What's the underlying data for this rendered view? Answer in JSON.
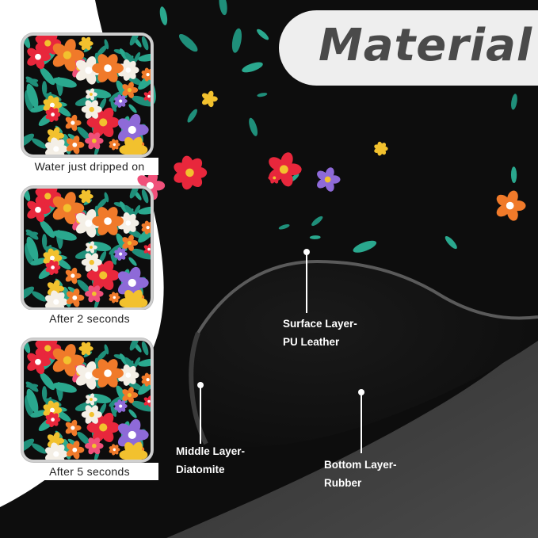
{
  "title": "Material",
  "steps": [
    {
      "caption": "Water just dripped on"
    },
    {
      "caption": "After 2 seconds"
    },
    {
      "caption": "After 5 seconds"
    }
  ],
  "layers": [
    {
      "line1": "Surface Layer-",
      "line2": "PU Leather"
    },
    {
      "line1": "Middle Layer-",
      "line2": "Diatomite"
    },
    {
      "line1": "Bottom Layer-",
      "line2": "Rubber"
    }
  ],
  "colors": {
    "background": "#0d0d0d",
    "title_pill": "#eeeeee",
    "title_text": "#4a4a4a",
    "flower_red": "#e8273c",
    "flower_pink": "#f0507a",
    "flower_purple": "#8e6ad8",
    "leaf_teal": "#1f8f7a",
    "flower_yellow": "#f2c12e",
    "flower_white": "#f4efe6"
  }
}
